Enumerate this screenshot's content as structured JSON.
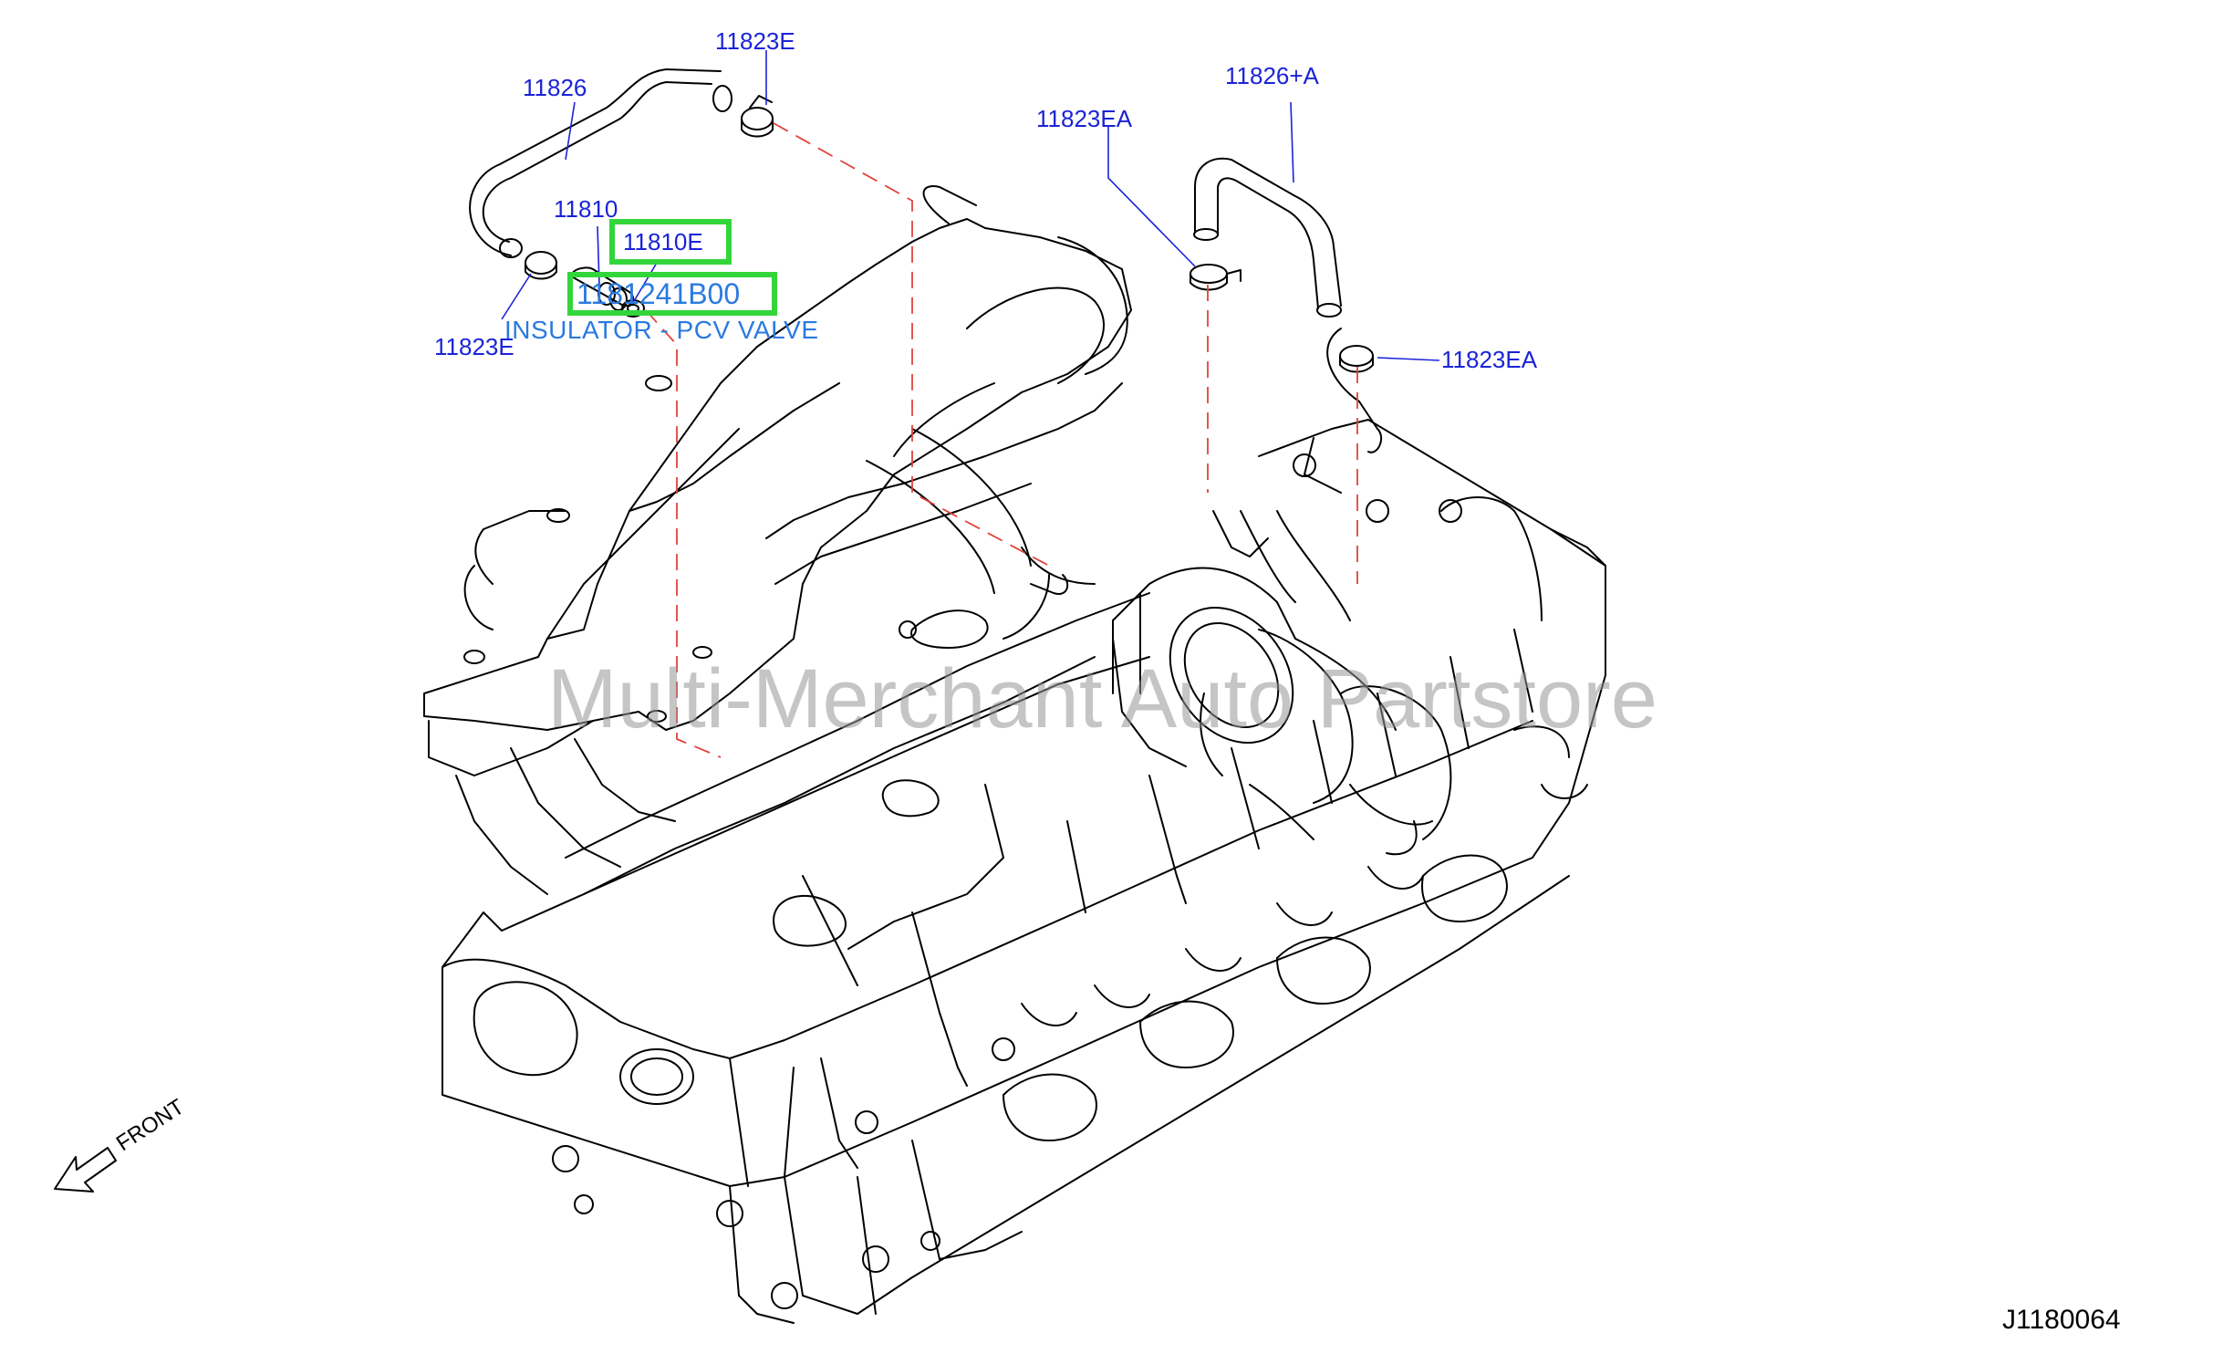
{
  "callouts": {
    "c1": "11823E",
    "c2": "11826",
    "c3": "11826+A",
    "c4": "11823EA",
    "c5": "11810",
    "c6": "11810E",
    "c7": "11823E",
    "c8": "11823EA"
  },
  "highlighted_part": "1181241B00",
  "part_description": "INSULATOR - PCV VALVE",
  "watermark": "Multi-Merchant Auto Partstore",
  "front_label": "FRONT",
  "diagram_ref": "J1180064",
  "colors": {
    "callout_text": "#1a24d6",
    "highlight_box": "#33d63a",
    "description_text": "#2a7ae0",
    "dashed_leader": "#e0443c",
    "outline": "#000000"
  }
}
